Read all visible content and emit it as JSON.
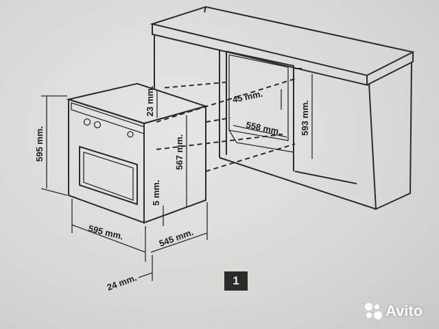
{
  "dimensions": {
    "oven_height": "595 mm.",
    "oven_width": "595 mm.",
    "oven_depth": "545 mm.",
    "front_panel": "24 mm.",
    "top_gap": "23 mm.",
    "cavity_height": "567 mm.",
    "bottom_gap": "5 mm.",
    "back_gap": "45 mm.",
    "niche_width": "558 mm.",
    "niche_height": "593 mm."
  },
  "figure_number": "1",
  "watermark": {
    "brand": "Avito",
    "icon": "avito-logo-icon"
  }
}
